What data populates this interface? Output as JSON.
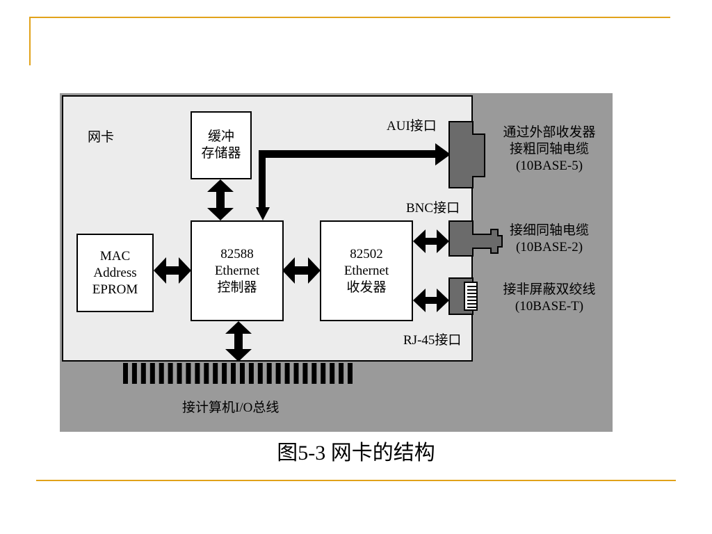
{
  "diagram": {
    "card_label": "网卡",
    "buffer": {
      "line1": "缓冲",
      "line2": "存储器"
    },
    "mac": {
      "line1": "MAC",
      "line2": "Address",
      "line3": "EPROM"
    },
    "controller": {
      "line1": "82588",
      "line2": "Ethernet",
      "line3": "控制器"
    },
    "transceiver": {
      "line1": "82502",
      "line2": "Ethernet",
      "line3": "收发器"
    },
    "aui_label": "AUI接口",
    "bnc_label": "BNC接口",
    "rj45_label": "RJ-45接口",
    "aui_desc": {
      "line1": "通过外部收发器",
      "line2": "接粗同轴电缆",
      "line3": "(10BASE-5)"
    },
    "bnc_desc": {
      "line1": "接细同轴电缆",
      "line2": "(10BASE-2)"
    },
    "rj45_desc": {
      "line1": "接非屏蔽双绞线",
      "line2": "(10BASE-T)"
    },
    "bus_label": "接计算机I/O总线"
  },
  "caption": "图5-3 网卡的结构",
  "colors": {
    "rule": "#e1a21a",
    "background_panel": "#9a9a9a",
    "card": "#ececec",
    "connector": "#6b6b6b"
  }
}
